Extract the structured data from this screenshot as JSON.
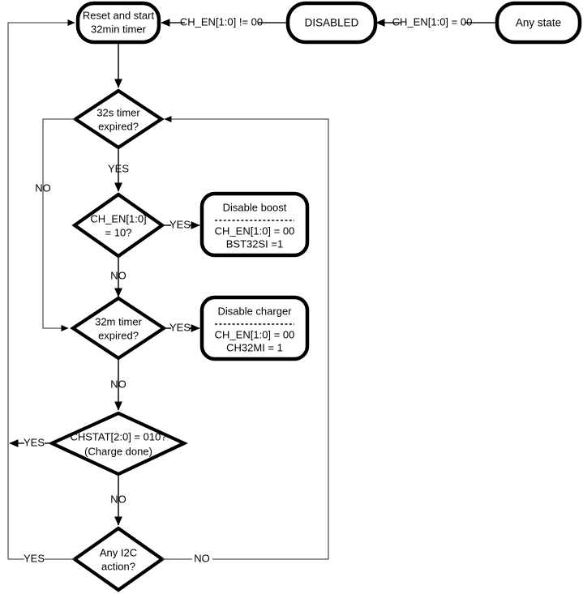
{
  "diagram": {
    "title": "Charger 32s / 32min timer state flow",
    "colors": {
      "stroke": "#000000",
      "line": "#1a1a1a",
      "background": "#ffffff"
    },
    "nodes": {
      "any_state": {
        "label": "Any state",
        "type": "terminator"
      },
      "disabled": {
        "label": "DISABLED",
        "type": "terminator"
      },
      "reset_start": {
        "line1": "Reset and start",
        "line2": "32min timer",
        "type": "terminator"
      },
      "timer32s": {
        "line1": "32s timer",
        "line2": "expired?",
        "type": "decision"
      },
      "chen_check": {
        "line1": "CH_EN[1:0]",
        "line2": "= 10?",
        "type": "decision"
      },
      "timer32m": {
        "line1": "32m timer",
        "line2": "expired?",
        "type": "decision"
      },
      "chstat_check": {
        "line1": "CHSTAT[2:0] = 010?",
        "line2": "(Charge done)",
        "type": "decision"
      },
      "i2c_check": {
        "line1": "Any I2C",
        "line2": "action?",
        "type": "decision"
      },
      "disable_boost": {
        "title": "Disable boost",
        "line1": "CH_EN[1:0] = 00",
        "line2": "BST32SI =1",
        "type": "process"
      },
      "disable_charger": {
        "title": "Disable charger",
        "line1": "CH_EN[1:0] = 00",
        "line2": "CH32MI = 1",
        "type": "process"
      }
    },
    "edge_labels": {
      "any_to_disabled": "CH_EN[1:0] = 00",
      "disabled_to_reset": "CH_EN[1:0] != 00",
      "timer32s_yes": "YES",
      "timer32s_no": "NO",
      "chen_yes": "YES",
      "chen_no": "NO",
      "timer32m_yes": "YES",
      "timer32m_no": "NO",
      "chstat_yes": "YES",
      "chstat_no": "NO",
      "i2c_yes": "YES",
      "i2c_no": "NO"
    }
  }
}
